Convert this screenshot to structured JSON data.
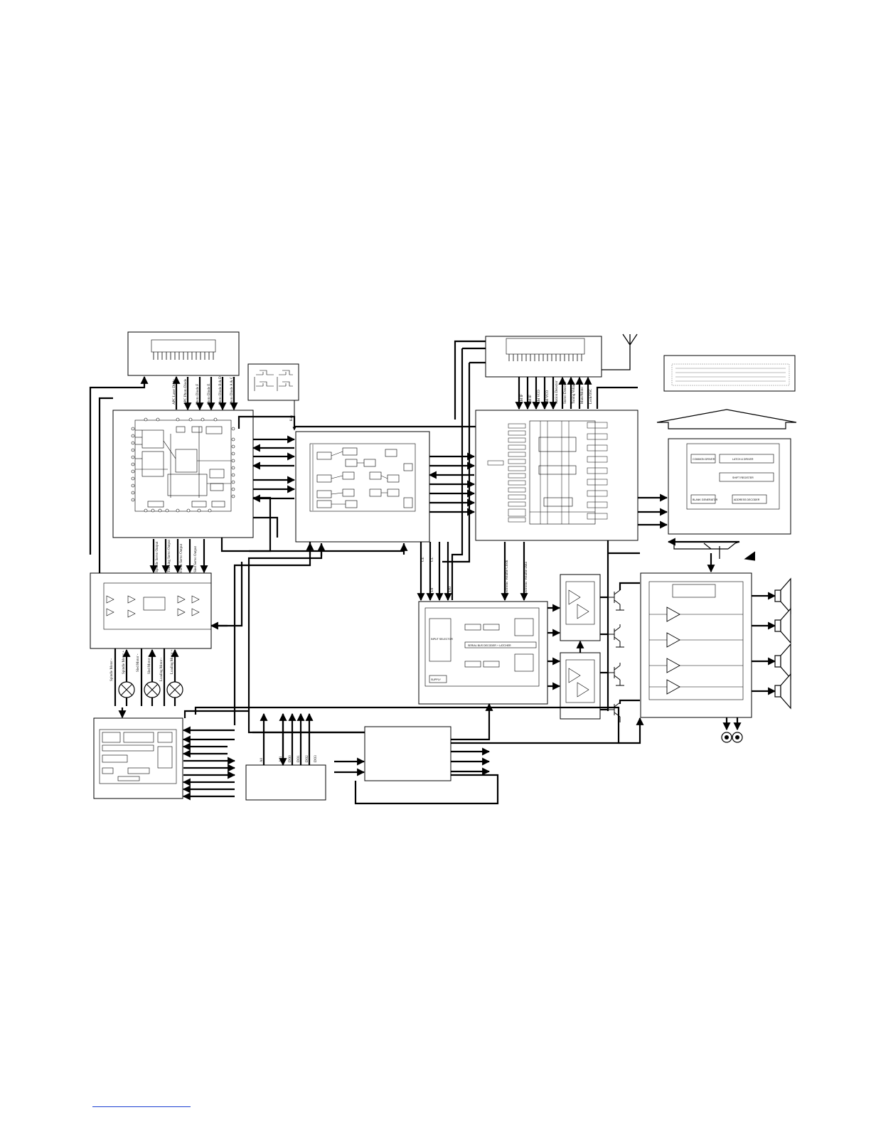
{
  "pickup_signals": [
    "APC Laser Diode",
    "APC Photo Diode",
    "Photo Diode F",
    "Photo Diode E",
    "Photo Diode B & D",
    "Photo Diode A & C"
  ],
  "servo_outputs": [
    "Spindle Servo Output",
    "Tracking Servo Output",
    "Focus Servo Output",
    "Sled Servo Output"
  ],
  "motor_labels": [
    "Spindle Motor -",
    "Spindle Motor +",
    "Sled Motor -",
    "Sled Motor +",
    "Loading Motor -",
    "Loading Motor +"
  ],
  "key_label": "Key",
  "tuner_labels": [
    "AM IF",
    "FM IF",
    "AM VCO",
    "FM VCO",
    "Station Detector",
    "Stereo Detector",
    "Tuning Voltage",
    "Mute/Mono",
    "Lock/OSC"
  ],
  "volume_labels": [
    "Electronic Volume Clock",
    "Electronic Volume Data"
  ],
  "dsp_labels": [
    "CE",
    "CL",
    "DI",
    "DO"
  ],
  "bus_labels": [
    "A0",
    "A11",
    "DO0",
    "DO1",
    "DO2",
    "DO3"
  ],
  "driver_inner_labels": [
    "LATCH & DRIVER",
    "SHIFT REGISTER",
    "BLANK GENERATOR",
    "ADDRESS DECODER",
    "COMMON DRIVER"
  ],
  "audio_chip_labels": [
    "INPUT SELECTOR",
    "SERIAL BUS DECODER + LATCHER",
    "SUPPLY"
  ]
}
